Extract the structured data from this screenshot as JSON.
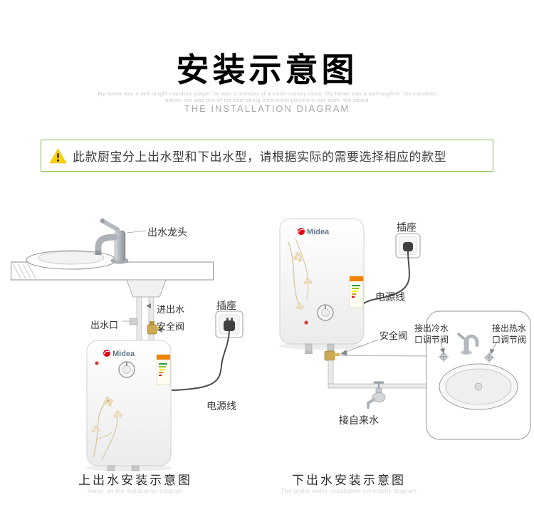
{
  "header": {
    "title": "安装示意图",
    "tagline_line1": "My father was a self-taught mandolin player. he was a member of a small country music lilly father was a self-laughter. his mandolin",
    "tagline_line2": "player. the was one of the best string instrument players in our town. the sound",
    "subtitle_en": "THE INSTALLATION DIAGRAM"
  },
  "notice": {
    "text": "此款厨宝分上出水型和下出水型，请根据实际的需要选择相应的款型"
  },
  "brand": {
    "name": "Midea"
  },
  "left_diagram": {
    "labels": {
      "faucet": "出水龙头",
      "socket": "插座",
      "in_out": "进出水",
      "outlet": "出水口",
      "safety_valve": "安全阀",
      "power_cord": "电源线"
    },
    "caption": "上出水安装示意图",
    "caption_en": "Water on the installation diagram"
  },
  "right_diagram": {
    "labels": {
      "socket": "插座",
      "power_cord": "电源线",
      "safety_valve": "安全阀",
      "cold_valve_line1": "接出冷水",
      "cold_valve_line2": "口调节阀",
      "hot_valve_line1": "接出热水",
      "hot_valve_line2": "口调节阀",
      "tap_water": "接自来水"
    },
    "caption": "下出水安装示意图",
    "caption_en": "The under water installation schematic diagram"
  }
}
